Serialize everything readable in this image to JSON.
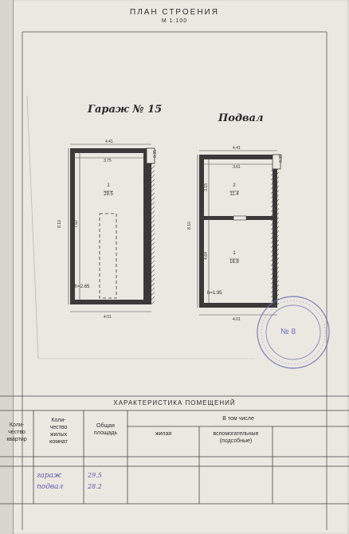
{
  "header": {
    "title": "ПЛАН  СТРОЕНИЯ",
    "scale": "М 1:100"
  },
  "garage": {
    "label": "Гараж № 15",
    "dim_top": "4.41",
    "dim_inner_top": "3.75",
    "dim_left_outer": "8.10",
    "dim_left_inner": "7.92",
    "dim_bottom": "4.01",
    "dim_corner": "0.35",
    "room_num": "1",
    "room_area": "29.5",
    "height": "h=2.65"
  },
  "basement": {
    "label": "Подвал",
    "dim_top": "4.41",
    "dim_inner_top": "3.61",
    "dim_left_outer": "8.10",
    "dim_room2_h": "3.15",
    "dim_room1_h": "4.64",
    "dim_bottom": "4.01",
    "dim_corner": "0.35",
    "room2_num": "2",
    "room2_area": "11.4",
    "room1_num": "1",
    "room1_area": "16.8",
    "height": "h=1.95"
  },
  "stamp": {
    "number": "№ 8"
  },
  "table": {
    "title": "ХАРАКТЕРИСТИКА  ПОМЕЩЕНИЙ",
    "col_quarters": "Коли-\nчество\nквартир",
    "col_rooms": "Коли-\nчество\nжилых\nкомнат",
    "col_total": "Общая\nплощадь",
    "col_including": "В том  числе",
    "col_living": "жилая",
    "col_aux": "вспомогательные\n(подсобные)",
    "rows": [
      {
        "name": "гараж",
        "area": "29.5"
      },
      {
        "name": "подвал",
        "area": "28.2"
      }
    ]
  }
}
